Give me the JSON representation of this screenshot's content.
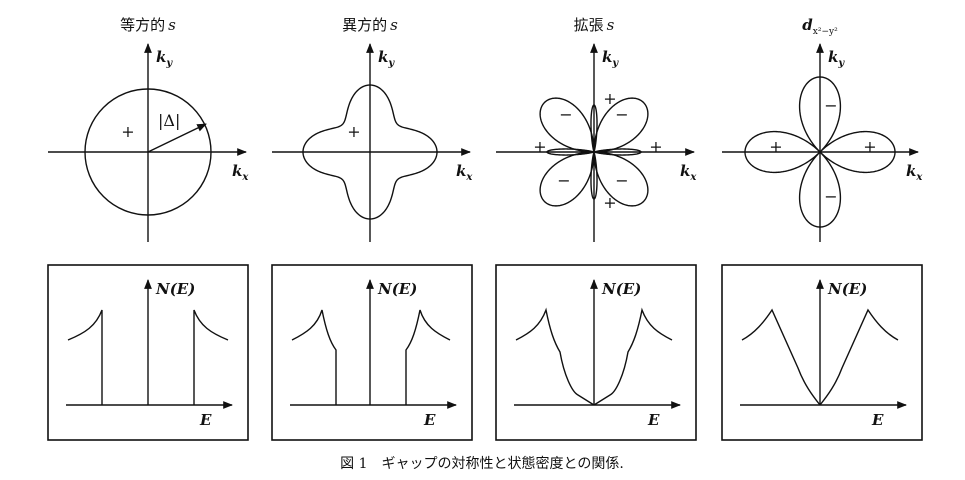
{
  "panels": [
    {
      "title_prefix": "等方的",
      "title_main": "s",
      "title_sub": "",
      "ky_label": "k",
      "ky_sub": "y",
      "kx_label": "k",
      "kx_sub": "x",
      "gap_label": "|Δ|",
      "signs": [
        "+"
      ],
      "dos_label": "N(E)",
      "e_label": "E"
    },
    {
      "title_prefix": "異方的",
      "title_main": "s",
      "title_sub": "",
      "ky_label": "k",
      "ky_sub": "y",
      "kx_label": "k",
      "kx_sub": "x",
      "gap_label": "",
      "signs": [
        "+"
      ],
      "dos_label": "N(E)",
      "e_label": "E"
    },
    {
      "title_prefix": "拡張",
      "title_main": "s",
      "title_sub": "",
      "ky_label": "k",
      "ky_sub": "y",
      "kx_label": "k",
      "kx_sub": "x",
      "gap_label": "",
      "signs": [
        "+",
        "−",
        "−",
        "+",
        "+",
        "−",
        "−",
        "+"
      ],
      "dos_label": "N(E)",
      "e_label": "E"
    },
    {
      "title_prefix": "",
      "title_main": "d",
      "title_sub": "x²−y²",
      "ky_label": "k",
      "ky_sub": "y",
      "kx_label": "k",
      "kx_sub": "x",
      "gap_label": "",
      "signs": [
        "−",
        "+",
        "+",
        "−"
      ],
      "dos_label": "N(E)",
      "e_label": "E"
    }
  ],
  "caption": "図 1　ギャップの対称性と状態密度との関係."
}
